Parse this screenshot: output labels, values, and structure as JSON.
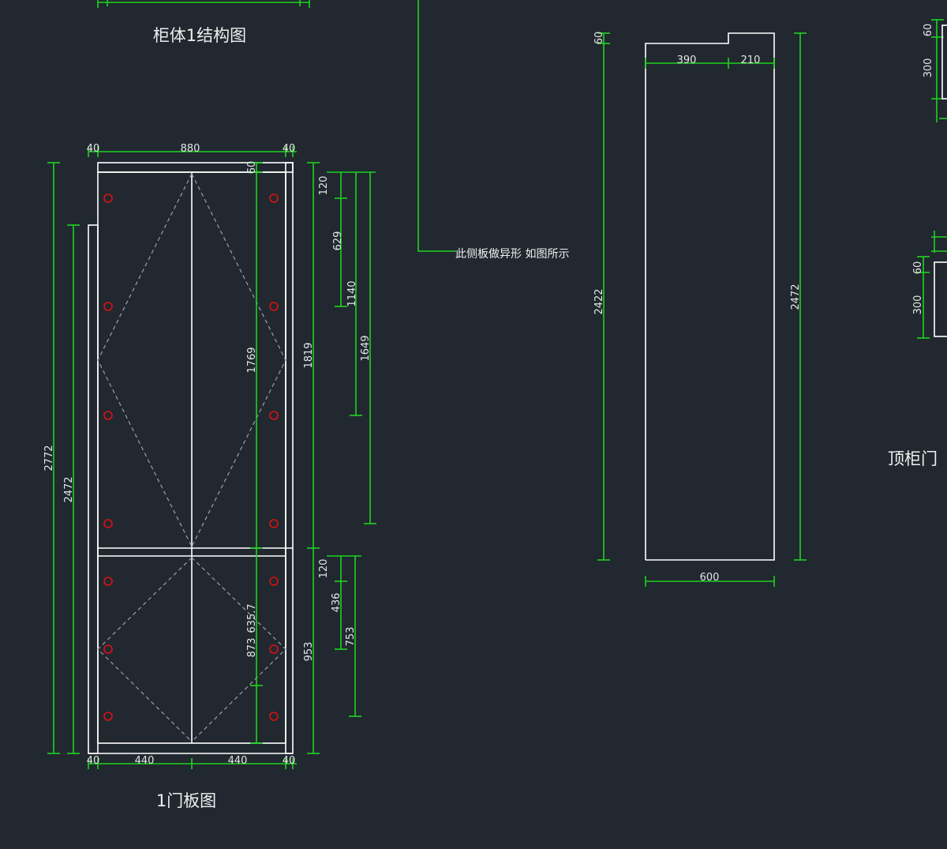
{
  "captions": {
    "cabinet1_structure": "柜体1结构图",
    "door_panel_1": "1门板图",
    "top_cabinet_door": "顶柜门",
    "side_panel_note": "此侧板做异形 如图所示"
  },
  "door_dims": {
    "top_40_left": "40",
    "top_880": "880",
    "top_40_right": "40",
    "h_2772": "2772",
    "h_2472": "2472",
    "v_60": "60",
    "v_1769": "1769",
    "v_1819": "1819",
    "v_120_top": "120",
    "v_629": "629",
    "v_1140": "1140",
    "v_1649": "1649",
    "v_120_low": "120",
    "v_436": "436",
    "v_753": "753",
    "v_873": "873",
    "v_6357": "635.7",
    "v_953": "953",
    "bot_40_left": "40",
    "bot_440_left": "440",
    "bot_440_right": "440",
    "bot_40_right": "40"
  },
  "side_panel_dims": {
    "d_60": "60",
    "d_390": "390",
    "d_210": "210",
    "d_2422": "2422",
    "d_2472": "2472",
    "d_600": "600"
  },
  "right_edge_dims": {
    "a_60": "60",
    "a_300": "300",
    "b_60": "60",
    "b_300": "300"
  },
  "colors": {
    "background": "#212830",
    "dimension_line": "#1ed21e",
    "outline": "#ffffff",
    "hinge": "#dd1111",
    "diagonal": "#9aa0a6"
  }
}
